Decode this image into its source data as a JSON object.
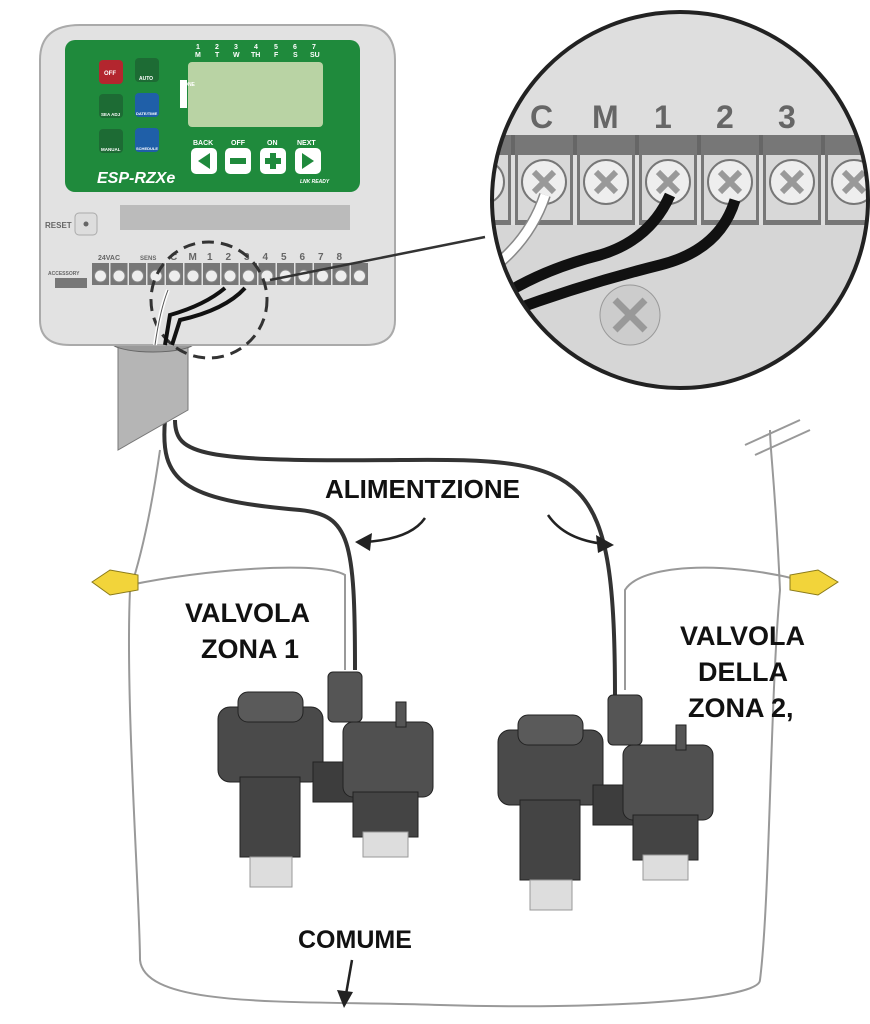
{
  "controller": {
    "model": "ESP-RZXe",
    "link_ready": "LNK READY",
    "buttons": {
      "off": "OFF",
      "auto": "AUTO",
      "sea_adj": "SEA ADJ",
      "date_time": "DATE/TIME",
      "manual": "MANUAL",
      "schedule": "SCHEDULE"
    },
    "days": [
      [
        "1",
        "M"
      ],
      [
        "2",
        "T"
      ],
      [
        "3",
        "W"
      ],
      [
        "4",
        "TH"
      ],
      [
        "5",
        "F"
      ],
      [
        "6",
        "S"
      ],
      [
        "7",
        "SU"
      ]
    ],
    "zone_label": "ZONE",
    "nav": {
      "back": "BACK",
      "off": "OFF",
      "on": "ON",
      "next": "NEXT"
    },
    "reset": "RESET",
    "accessory": "ACCESSORY",
    "vac": "24VAC",
    "sens": "SENS",
    "terminals": [
      "C",
      "M",
      "1",
      "2",
      "3",
      "4",
      "5",
      "6",
      "7",
      "8"
    ]
  },
  "magnified_terminals": [
    "C",
    "M",
    "1",
    "2",
    "3"
  ],
  "labels": {
    "power": "ALIMENTZIONE",
    "valve1_line1": "VALVOLA",
    "valve1_line2": "ZONA 1",
    "valve2_line1": "VALVOLA",
    "valve2_line2": "DELLA",
    "valve2_line3": "ZONA 2,",
    "common": "COMUME"
  },
  "colors": {
    "panel_green": "#1f8a3c",
    "off_red": "#b3262e",
    "blue_button": "#1f5fa8",
    "lcd": "#b9d3a4",
    "wire_nut": "#f2d43a"
  }
}
